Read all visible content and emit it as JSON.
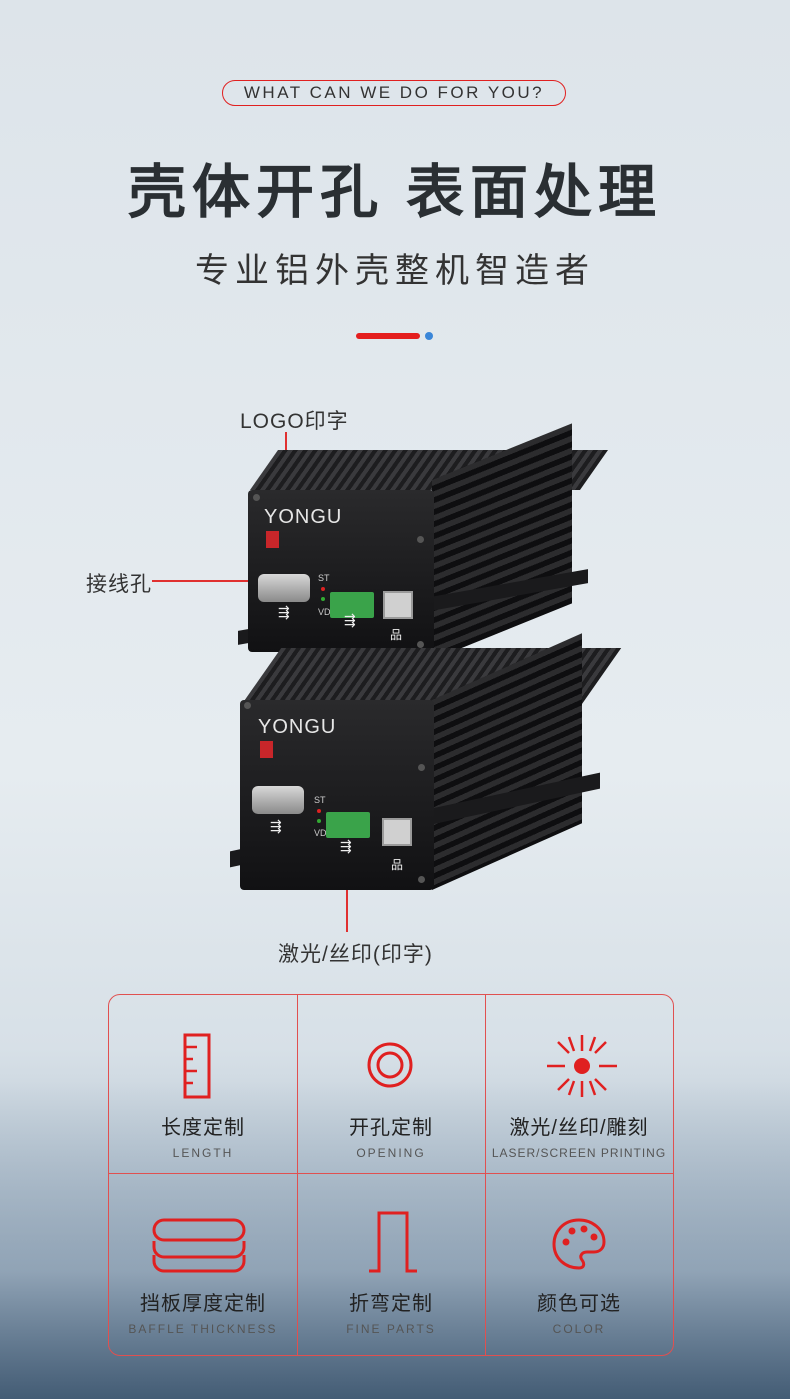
{
  "header": {
    "tagline": "WHAT CAN WE DO FOR YOU?",
    "title": "壳体开孔 表面处理",
    "subtitle": "专业铝外壳整机智造者"
  },
  "colors": {
    "accent": "#e41e1e",
    "dot": "#3a86d8"
  },
  "callouts": {
    "logo": "LOGO印字",
    "hole": "接线孔",
    "print": "激光/丝印(印字)"
  },
  "device": {
    "brand": "YONGU",
    "st_label": "ST",
    "vd_label": "VD"
  },
  "features": [
    {
      "cn": "长度定制",
      "en": "LENGTH",
      "icon": "ruler-icon"
    },
    {
      "cn": "开孔定制",
      "en": "OPENING",
      "icon": "ring-icon"
    },
    {
      "cn": "激光/丝印/雕刻",
      "en": "LASER/SCREEN PRINTING",
      "icon": "burst-icon"
    },
    {
      "cn": "挡板厚度定制",
      "en": "BAFFLE THICKNESS",
      "icon": "stack-icon"
    },
    {
      "cn": "折弯定制",
      "en": "FINE PARTS",
      "icon": "bend-icon"
    },
    {
      "cn": "颜色可选",
      "en": "COLOR",
      "icon": "palette-icon"
    }
  ]
}
